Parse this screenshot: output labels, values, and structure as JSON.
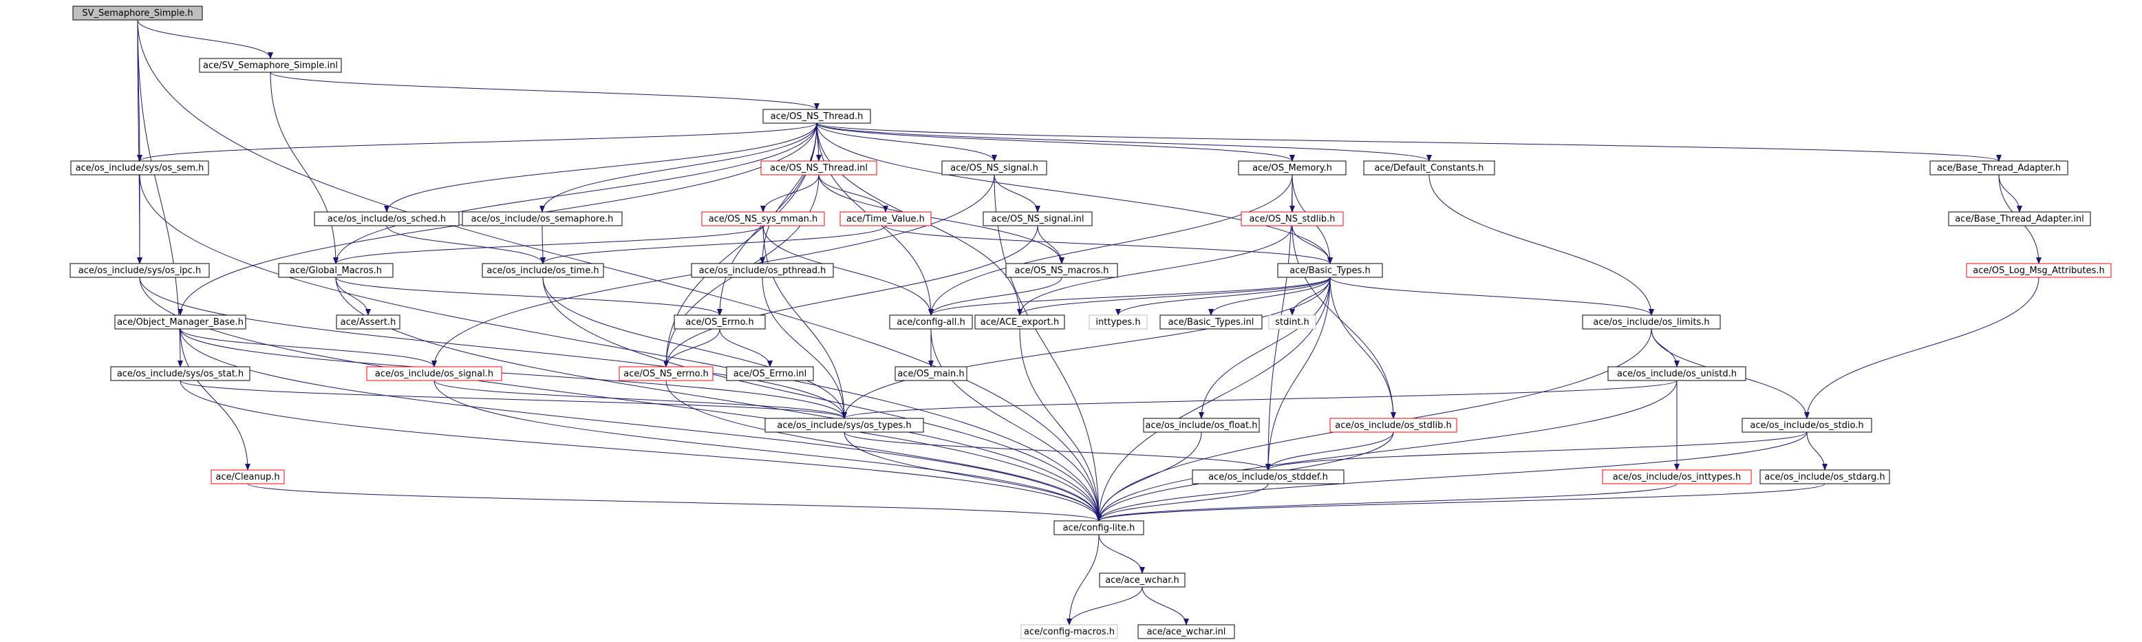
{
  "graph": {
    "nodes": {
      "root": {
        "label": "SV_Semaphore_Simple.h",
        "style": "root"
      },
      "sv_inl": {
        "label": "ace/SV_Semaphore_Simple.inl",
        "style": "normal"
      },
      "thread_h": {
        "label": "ace/OS_NS_Thread.h",
        "style": "normal"
      },
      "os_sem": {
        "label": "ace/os_include/sys/os_sem.h",
        "style": "normal"
      },
      "thread_inl": {
        "label": "ace/OS_NS_Thread.inl",
        "style": "red"
      },
      "signal_h": {
        "label": "ace/OS_NS_signal.h",
        "style": "normal"
      },
      "memory": {
        "label": "ace/OS_Memory.h",
        "style": "normal"
      },
      "defconst": {
        "label": "ace/Default_Constants.h",
        "style": "normal"
      },
      "bta": {
        "label": "ace/Base_Thread_Adapter.h",
        "style": "normal"
      },
      "sched": {
        "label": "ace/os_include/os_sched.h",
        "style": "normal"
      },
      "semaphore": {
        "label": "ace/os_include/os_semaphore.h",
        "style": "normal"
      },
      "sysmman": {
        "label": "ace/OS_NS_sys_mman.h",
        "style": "red"
      },
      "timevalue": {
        "label": "ace/Time_Value.h",
        "style": "red"
      },
      "signal_inl": {
        "label": "ace/OS_NS_signal.inl",
        "style": "normal"
      },
      "stdlib_ns": {
        "label": "ace/OS_NS_stdlib.h",
        "style": "red"
      },
      "bta_inl": {
        "label": "ace/Base_Thread_Adapter.inl",
        "style": "normal"
      },
      "os_ipc": {
        "label": "ace/os_include/sys/os_ipc.h",
        "style": "normal"
      },
      "globalmacros": {
        "label": "ace/Global_Macros.h",
        "style": "normal"
      },
      "os_time": {
        "label": "ace/os_include/os_time.h",
        "style": "normal"
      },
      "pthread": {
        "label": "ace/os_include/os_pthread.h",
        "style": "normal"
      },
      "osmacros": {
        "label": "ace/OS_NS_macros.h",
        "style": "normal"
      },
      "basictypes": {
        "label": "ace/Basic_Types.h",
        "style": "normal"
      },
      "logmsg": {
        "label": "ace/OS_Log_Msg_Attributes.h",
        "style": "red"
      },
      "omb": {
        "label": "ace/Object_Manager_Base.h",
        "style": "normal"
      },
      "assert": {
        "label": "ace/Assert.h",
        "style": "normal"
      },
      "errno_h": {
        "label": "ace/OS_Errno.h",
        "style": "normal"
      },
      "configall": {
        "label": "ace/config-all.h",
        "style": "normal"
      },
      "aceexport": {
        "label": "ace/ACE_export.h",
        "style": "normal"
      },
      "inttypes": {
        "label": "inttypes.h",
        "style": "gray"
      },
      "basic_inl": {
        "label": "ace/Basic_Types.inl",
        "style": "normal"
      },
      "stdint": {
        "label": "stdint.h",
        "style": "gray"
      },
      "limits": {
        "label": "ace/os_include/os_limits.h",
        "style": "normal"
      },
      "os_stat": {
        "label": "ace/os_include/sys/os_stat.h",
        "style": "normal"
      },
      "os_signal": {
        "label": "ace/os_include/os_signal.h",
        "style": "red"
      },
      "nserrno": {
        "label": "ace/OS_NS_errno.h",
        "style": "red"
      },
      "errno_inl": {
        "label": "ace/OS_Errno.inl",
        "style": "normal"
      },
      "osmain": {
        "label": "ace/OS_main.h",
        "style": "normal"
      },
      "unistd": {
        "label": "ace/os_include/os_unistd.h",
        "style": "normal"
      },
      "systypes": {
        "label": "ace/os_include/sys/os_types.h",
        "style": "normal"
      },
      "osfloat": {
        "label": "ace/os_include/os_float.h",
        "style": "normal"
      },
      "osstdlib": {
        "label": "ace/os_include/os_stdlib.h",
        "style": "red"
      },
      "osstdio": {
        "label": "ace/os_include/os_stdio.h",
        "style": "normal"
      },
      "cleanup": {
        "label": "ace/Cleanup.h",
        "style": "red"
      },
      "stddef": {
        "label": "ace/os_include/os_stddef.h",
        "style": "normal"
      },
      "osinttypes": {
        "label": "ace/os_include/os_inttypes.h",
        "style": "red"
      },
      "stdarg": {
        "label": "ace/os_include/os_stdarg.h",
        "style": "normal"
      },
      "configlite": {
        "label": "ace/config-lite.h",
        "style": "normal"
      },
      "acewchar": {
        "label": "ace/ace_wchar.h",
        "style": "normal"
      },
      "configmacros": {
        "label": "ace/config-macros.h",
        "style": "gray"
      },
      "acewchar_inl": {
        "label": "ace/ace_wchar.inl",
        "style": "normal"
      }
    },
    "edges": [
      [
        "root",
        "sv_inl"
      ],
      [
        "root",
        "os_sem"
      ],
      [
        "root",
        "os_ipc"
      ],
      [
        "root",
        "os_stat"
      ],
      [
        "root",
        "configlite"
      ],
      [
        "sv_inl",
        "thread_h"
      ],
      [
        "sv_inl",
        "globalmacros"
      ],
      [
        "thread_h",
        "os_sem"
      ],
      [
        "thread_h",
        "thread_inl"
      ],
      [
        "thread_h",
        "signal_h"
      ],
      [
        "thread_h",
        "memory"
      ],
      [
        "thread_h",
        "defconst"
      ],
      [
        "thread_h",
        "bta"
      ],
      [
        "thread_h",
        "sched"
      ],
      [
        "thread_h",
        "semaphore"
      ],
      [
        "thread_h",
        "globalmacros"
      ],
      [
        "thread_h",
        "omb"
      ],
      [
        "thread_h",
        "pthread"
      ],
      [
        "thread_h",
        "basictypes"
      ],
      [
        "thread_h",
        "configall"
      ],
      [
        "thread_h",
        "aceexport"
      ],
      [
        "thread_h",
        "nserrno"
      ],
      [
        "thread_h",
        "errno_h"
      ],
      [
        "thread_inl",
        "sysmman"
      ],
      [
        "thread_inl",
        "timevalue"
      ],
      [
        "thread_inl",
        "osmacros"
      ],
      [
        "thread_inl",
        "nserrno"
      ],
      [
        "signal_h",
        "signal_inl"
      ],
      [
        "signal_h",
        "os_signal"
      ],
      [
        "signal_h",
        "configlite"
      ],
      [
        "signal_inl",
        "osmacros"
      ],
      [
        "signal_inl",
        "nserrno"
      ],
      [
        "memory",
        "stdlib_ns"
      ],
      [
        "memory",
        "basictypes"
      ],
      [
        "memory",
        "configall"
      ],
      [
        "memory",
        "stddef"
      ],
      [
        "defconst",
        "limits"
      ],
      [
        "bta",
        "bta_inl"
      ],
      [
        "bta",
        "logmsg"
      ],
      [
        "sched",
        "os_time"
      ],
      [
        "semaphore",
        "os_time"
      ],
      [
        "sysmman",
        "globalmacros"
      ],
      [
        "sysmman",
        "systypes"
      ],
      [
        "sysmman",
        "configall"
      ],
      [
        "timevalue",
        "basictypes"
      ],
      [
        "timevalue",
        "os_time"
      ],
      [
        "stdlib_ns",
        "basictypes"
      ],
      [
        "stdlib_ns",
        "osstdlib"
      ],
      [
        "stdlib_ns",
        "aceexport"
      ],
      [
        "os_sem",
        "os_ipc"
      ],
      [
        "os_sem",
        "configlite"
      ],
      [
        "os_ipc",
        "systypes"
      ],
      [
        "os_ipc",
        "configlite"
      ],
      [
        "globalmacros",
        "assert"
      ],
      [
        "globalmacros",
        "errno_h"
      ],
      [
        "globalmacros",
        "configlite"
      ],
      [
        "os_time",
        "systypes"
      ],
      [
        "os_time",
        "configlite"
      ],
      [
        "pthread",
        "systypes"
      ],
      [
        "osmacros",
        "configall"
      ],
      [
        "basictypes",
        "configall"
      ],
      [
        "basictypes",
        "aceexport"
      ],
      [
        "basictypes",
        "inttypes"
      ],
      [
        "basictypes",
        "basic_inl"
      ],
      [
        "basictypes",
        "stdint"
      ],
      [
        "basictypes",
        "limits"
      ],
      [
        "basictypes",
        "osfloat"
      ],
      [
        "basictypes",
        "osstdlib"
      ],
      [
        "basictypes",
        "stddef"
      ],
      [
        "basictypes",
        "systypes"
      ],
      [
        "basictypes",
        "configlite"
      ],
      [
        "logmsg",
        "osstdio"
      ],
      [
        "omb",
        "os_signal"
      ],
      [
        "omb",
        "systypes"
      ],
      [
        "omb",
        "cleanup"
      ],
      [
        "omb",
        "configlite"
      ],
      [
        "errno_h",
        "nserrno"
      ],
      [
        "errno_h",
        "errno_inl"
      ],
      [
        "configall",
        "osmain"
      ],
      [
        "configall",
        "configlite"
      ],
      [
        "aceexport",
        "configlite"
      ],
      [
        "limits",
        "unistd"
      ],
      [
        "limits",
        "osstdio"
      ],
      [
        "limits",
        "configlite"
      ],
      [
        "os_stat",
        "systypes"
      ],
      [
        "os_stat",
        "configlite"
      ],
      [
        "os_signal",
        "systypes"
      ],
      [
        "os_signal",
        "configlite"
      ],
      [
        "nserrno",
        "configlite"
      ],
      [
        "unistd",
        "systypes"
      ],
      [
        "unistd",
        "osinttypes"
      ],
      [
        "unistd",
        "configlite"
      ],
      [
        "systypes",
        "stddef"
      ],
      [
        "systypes",
        "configlite"
      ],
      [
        "osfloat",
        "configlite"
      ],
      [
        "osstdlib",
        "stddef"
      ],
      [
        "osstdlib",
        "configlite"
      ],
      [
        "osstdio",
        "stddef"
      ],
      [
        "osstdio",
        "stdarg"
      ],
      [
        "osstdio",
        "configlite"
      ],
      [
        "cleanup",
        "configlite"
      ],
      [
        "stddef",
        "configlite"
      ],
      [
        "osinttypes",
        "configlite"
      ],
      [
        "stdarg",
        "configlite"
      ],
      [
        "configlite",
        "acewchar"
      ],
      [
        "configlite",
        "configmacros"
      ],
      [
        "acewchar",
        "configmacros"
      ],
      [
        "acewchar",
        "acewchar_inl"
      ]
    ],
    "colors": {
      "edge": "#191970",
      "normal_border": "#000000",
      "red_border": "#ff0000",
      "gray_border": "#bfbfbf",
      "root_fill": "#bfbfbf",
      "fill": "#ffffff",
      "text": "#000000"
    }
  }
}
